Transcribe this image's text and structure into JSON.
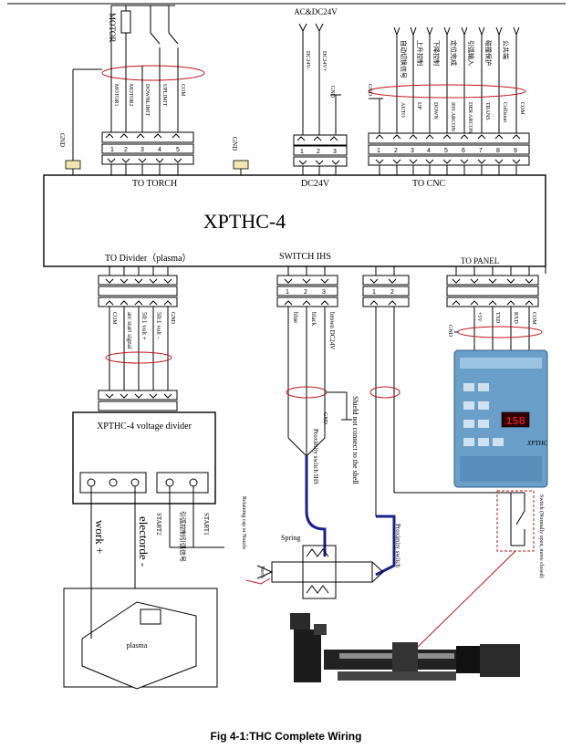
{
  "caption": "Fig 4-1:THC Complete Wiring",
  "controller": {
    "title": "XPTHC-4"
  },
  "groups": {
    "to_torch": "TO TORCH",
    "dc24v": "DC24V",
    "to_cnc": "TO CNC",
    "to_divider": "TO Divider（plasma）",
    "switch_ihs": "SWITCH IHS",
    "to_panel": "TO PANEL"
  },
  "top": {
    "motor": "MOTOR",
    "power": "AC&DC24V",
    "gnd": "GND"
  },
  "torch_wires": [
    "MOTOR1",
    "MOTOR2",
    "DOWNLIMIT",
    "UPLIMIT",
    "COM"
  ],
  "dc_wires": [
    "DC24V-",
    "DC24V+"
  ],
  "cnc_wires_cn": [
    "自动切换信号",
    "上升控制",
    "下降控制",
    "定位完成",
    "引弧输入",
    "碰撞保护",
    "公共端"
  ],
  "cnc_wires_en": [
    "AUTO",
    "UP",
    "DOWN",
    "IHS ARCON",
    "DER ARCON",
    "TRANS",
    "Collision",
    "COM"
  ],
  "divider_wires": [
    "COM",
    "arc start signal",
    "50:1 volt +",
    "50:1 volt -",
    "GND"
  ],
  "ihs_wires": [
    "blue",
    "black",
    "brown  DC24V"
  ],
  "panel_wires": [
    "+5V",
    "TXD",
    "RXD",
    "COM"
  ],
  "divider_box": {
    "title": "XPTHC-4 voltage divider",
    "work": "work  +",
    "electrode": "electorde -",
    "start2": "START2",
    "start1": "START1",
    "start_cn": "引弧控制引弧信号"
  },
  "labels": {
    "shield": "Shield not connect to the shell",
    "proximity_ihs": "Proximity switch IHS",
    "proximity": "Proximity switch",
    "spring": "Spring",
    "torch": "Torch",
    "retaining": "Retaining cap or Nozzle",
    "switch_note": "Switch (Normally open, move closed)",
    "plasma": "plasma"
  },
  "panel": {
    "display": "158",
    "model": "XPTHC"
  },
  "colors": {
    "wire": "#000000",
    "ring": "#c0161a",
    "signal": "#1d1f8f",
    "panel": "#6a9fc9"
  }
}
